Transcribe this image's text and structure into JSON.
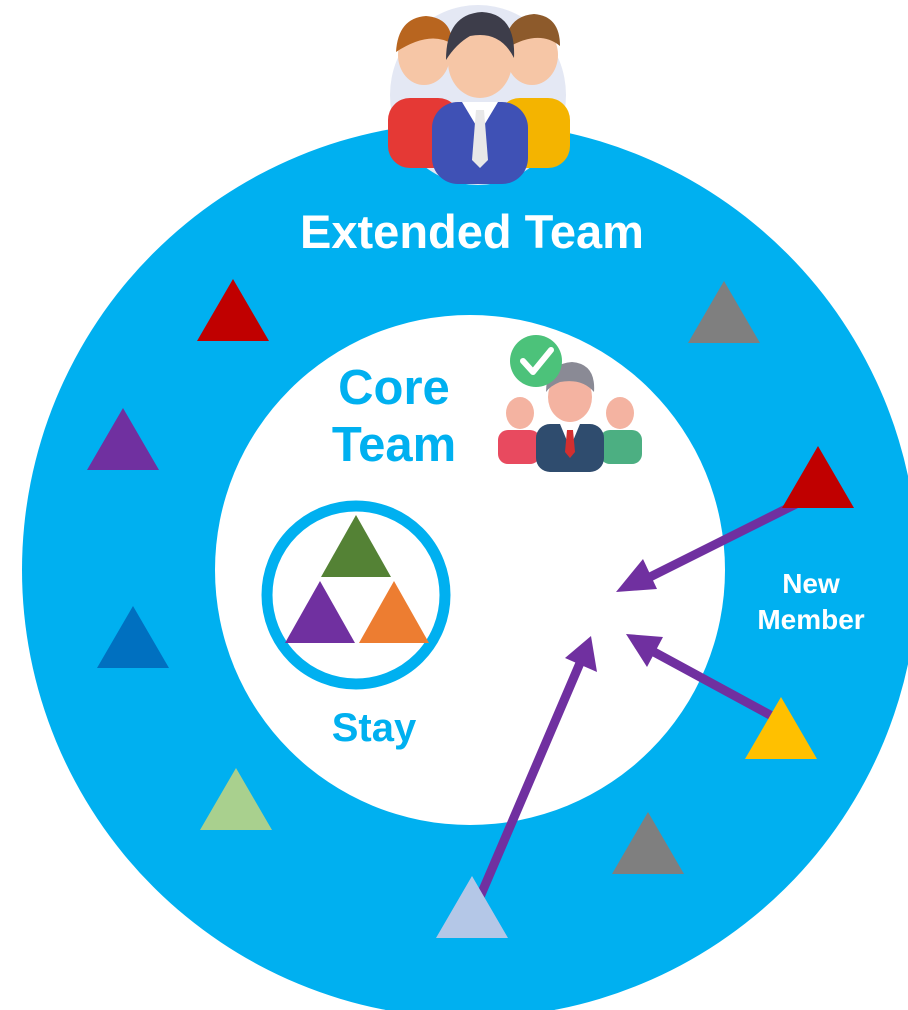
{
  "diagram": {
    "extended_label": "Extended Team",
    "core_label_line1": "Core",
    "core_label_line2": "Team",
    "stay_label": "Stay",
    "new_member_line1": "New",
    "new_member_line2": "Member",
    "icons": {
      "extended_team": "team-group-icon",
      "core_team": "verified-team-icon",
      "stay": "triangle-logo-icon"
    }
  },
  "colors": {
    "ring": "#00b0f0",
    "label_white": "#ffffff",
    "label_blue": "#00b0f0",
    "arrow": "#7030a0",
    "dark_red": "#c00000",
    "gray": "#7f7f7f",
    "purple": "#7030a0",
    "blue": "#0070c0",
    "light_green": "#a9d08e",
    "light_blue": "#b4c7e7",
    "gold": "#ffc000",
    "green": "#548235",
    "orange": "#ed7d31"
  }
}
